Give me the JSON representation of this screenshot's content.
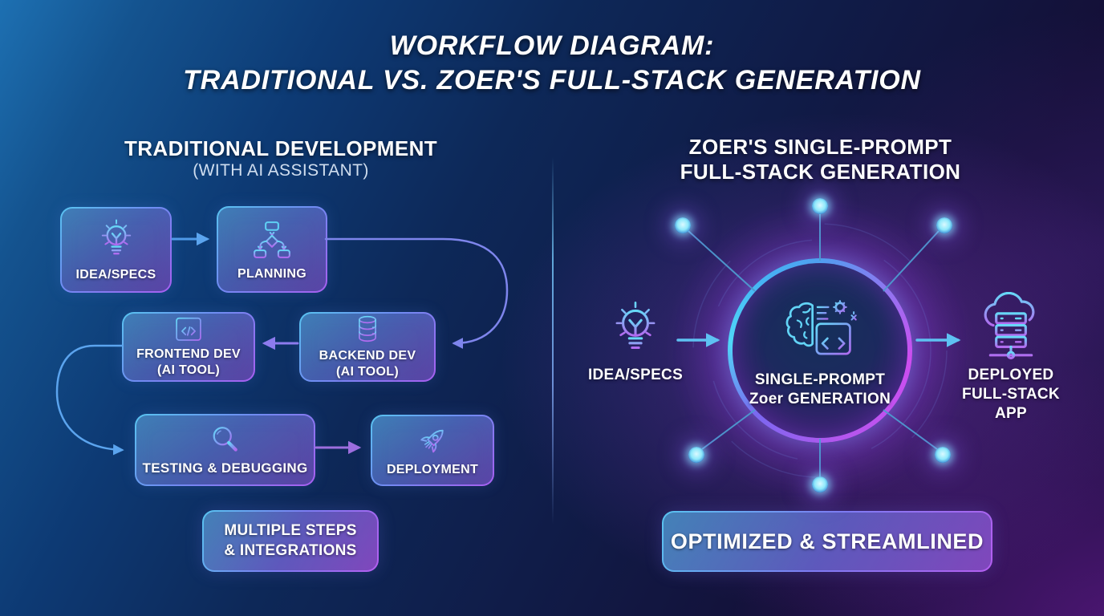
{
  "title": {
    "line1": "WORKFLOW DIAGRAM:",
    "line2": "TRADITIONAL VS. ZOER'S FULL-STACK GENERATION"
  },
  "left_panel": {
    "heading": "TRADITIONAL DEVELOPMENT",
    "subheading": "(WITH AI ASSISTANT)",
    "steps": [
      {
        "id": "idea-specs",
        "label": "IDEA/SPECS",
        "icon": "lightbulb-icon"
      },
      {
        "id": "planning",
        "label": "PLANNING",
        "icon": "flowchart-icon"
      },
      {
        "id": "frontend-dev",
        "label": "FRONTEND DEV\n(AI TOOL)",
        "icon": "code-window-icon"
      },
      {
        "id": "backend-dev",
        "label": "BACKEND DEV\n(AI TOOL)",
        "icon": "database-icon"
      },
      {
        "id": "testing",
        "label": "TESTING & DEBUGGING",
        "icon": "magnifier-icon"
      },
      {
        "id": "deployment",
        "label": "DEPLOYMENT",
        "icon": "rocket-icon"
      }
    ],
    "footer_badge": "MULTIPLE STEPS\n& INTEGRATIONS"
  },
  "right_panel": {
    "heading_line1": "ZOER'S SINGLE-PROMPT",
    "heading_line2": "FULL-STACK GENERATION",
    "input": {
      "label": "IDEA/SPECS",
      "icon": "lightbulb-icon"
    },
    "hub": {
      "label": "SINGLE-PROMPT\nZoer GENERATION",
      "icon": "ai-brain-code-icon"
    },
    "output": {
      "label": "DEPLOYED\nFULL-STACK\nAPP",
      "icon": "cloud-server-icon"
    },
    "footer_badge": "OPTIMIZED & STREAMLINED"
  },
  "colors": {
    "accent_cyan": "#56ccf2",
    "accent_purple": "#a85ef0",
    "accent_magenta": "#d44df0",
    "arrow_blue": "#5ba4ee",
    "arrow_violet": "#8d7bee",
    "node_core": "#8ee9fb",
    "bg_navy": "#0d2858",
    "bg_purple": "#381450"
  }
}
